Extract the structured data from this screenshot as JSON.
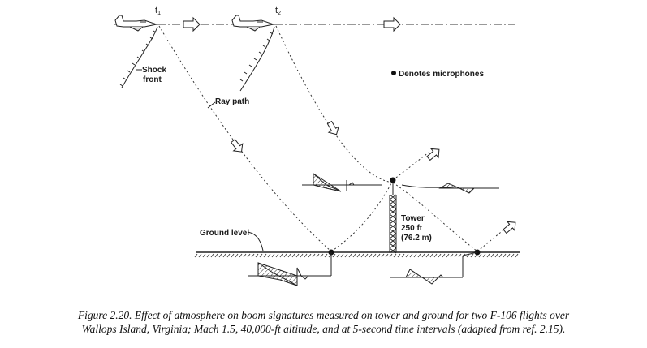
{
  "diagram": {
    "time_labels": {
      "t1": "t",
      "t1_sub": "1",
      "t2": "t",
      "t2_sub": "2"
    },
    "labels": {
      "shock_front_line1": "Shock",
      "shock_front_line2": "front",
      "ray_path": "Ray path",
      "microphone_legend": "Denotes microphones",
      "ground_level": "Ground level",
      "tower_line1": "Tower",
      "tower_line2": "250 ft",
      "tower_line3": "(76.2 m)"
    }
  },
  "caption": {
    "line1": "Figure 2.20.  Effect of atmosphere on boom signatures measured on tower and ground for two F-106 flights over",
    "line2": "Wallops Island, Virginia; Mach 1.5, 40,000-ft altitude, and at 5-second time intervals (adapted from ref. 2.15)."
  }
}
